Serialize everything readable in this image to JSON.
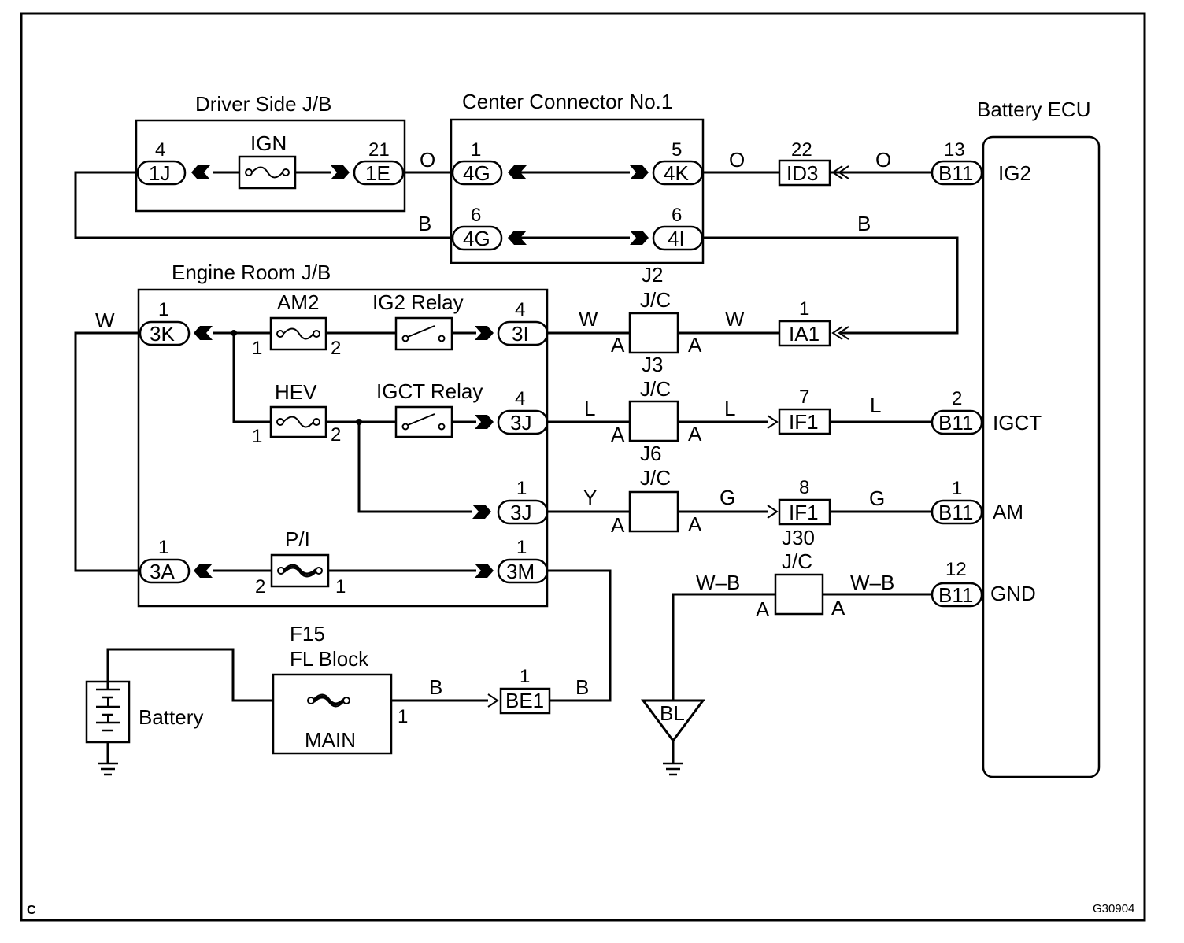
{
  "diagram_code": "G30904",
  "corner_mark": "C",
  "blocks": {
    "driver_jb": "Driver Side J/B",
    "center_conn": "Center Connector No.1",
    "battery_ecu": "Battery ECU",
    "engine_jb": "Engine Room J/B",
    "fl_block_id": "F15",
    "fl_block": "FL Block",
    "battery": "Battery"
  },
  "fuses": {
    "ign": "IGN",
    "am2": "AM2",
    "hev": "HEV",
    "pi": "P/I",
    "main": "MAIN"
  },
  "relays": {
    "ig2": "IG2 Relay",
    "igct": "IGCT Relay"
  },
  "connectors": {
    "c1J": "1J",
    "c1E": "1E",
    "c4G_a": "4G",
    "c4K": "4K",
    "c4G_b": "4G",
    "c4I": "4I",
    "cID3": "ID3",
    "cIA1": "IA1",
    "cIF1_a": "IF1",
    "cIF1_b": "IF1",
    "cBE1": "BE1",
    "c3K": "3K",
    "c3I": "3I",
    "c3J_a": "3J",
    "c3J_b": "3J",
    "c3A": "3A",
    "c3M": "3M",
    "cB11_a": "B11",
    "cB11_b": "B11",
    "cB11_c": "B11",
    "cB11_d": "B11",
    "ground": "BL"
  },
  "pins": {
    "p1J": "4",
    "p1E": "21",
    "p4Ga": "1",
    "p4K": "5",
    "p4Gb": "6",
    "p4I": "6",
    "pID3": "22",
    "pB11a": "13",
    "p3K": "1",
    "p3I": "4",
    "pIA1": "1",
    "p3Ja": "4",
    "pIF1a": "7",
    "pB11b": "2",
    "p3Jb": "1",
    "pIF1b": "8",
    "pB11c": "1",
    "p3A": "1",
    "p3M": "1",
    "pB11d": "12",
    "pBE1": "1",
    "am2_l": "1",
    "am2_r": "2",
    "hev_l": "1",
    "hev_r": "2",
    "pi_l": "2",
    "pi_r": "1",
    "main_out": "1"
  },
  "ecu_terminals": {
    "ig2": "IG2",
    "igct": "IGCT",
    "am": "AM",
    "gnd": "GND"
  },
  "junctions": {
    "j2": "J2",
    "jc1": "J/C",
    "j3": "J3",
    "jc2": "J/C",
    "j6": "J6",
    "jc3": "J/C",
    "j30": "J30",
    "jc4": "J/C",
    "side": "A"
  },
  "wire_colors": {
    "o1": "O",
    "o2": "O",
    "o3": "O",
    "b1": "B",
    "b2": "B",
    "w1": "W",
    "w2": "W",
    "w3": "W",
    "l1": "L",
    "l2": "L",
    "l3": "L",
    "y1": "Y",
    "g1": "G",
    "g2": "G",
    "wb1": "W–B",
    "wb2": "W–B",
    "b3": "B",
    "b4": "B"
  }
}
